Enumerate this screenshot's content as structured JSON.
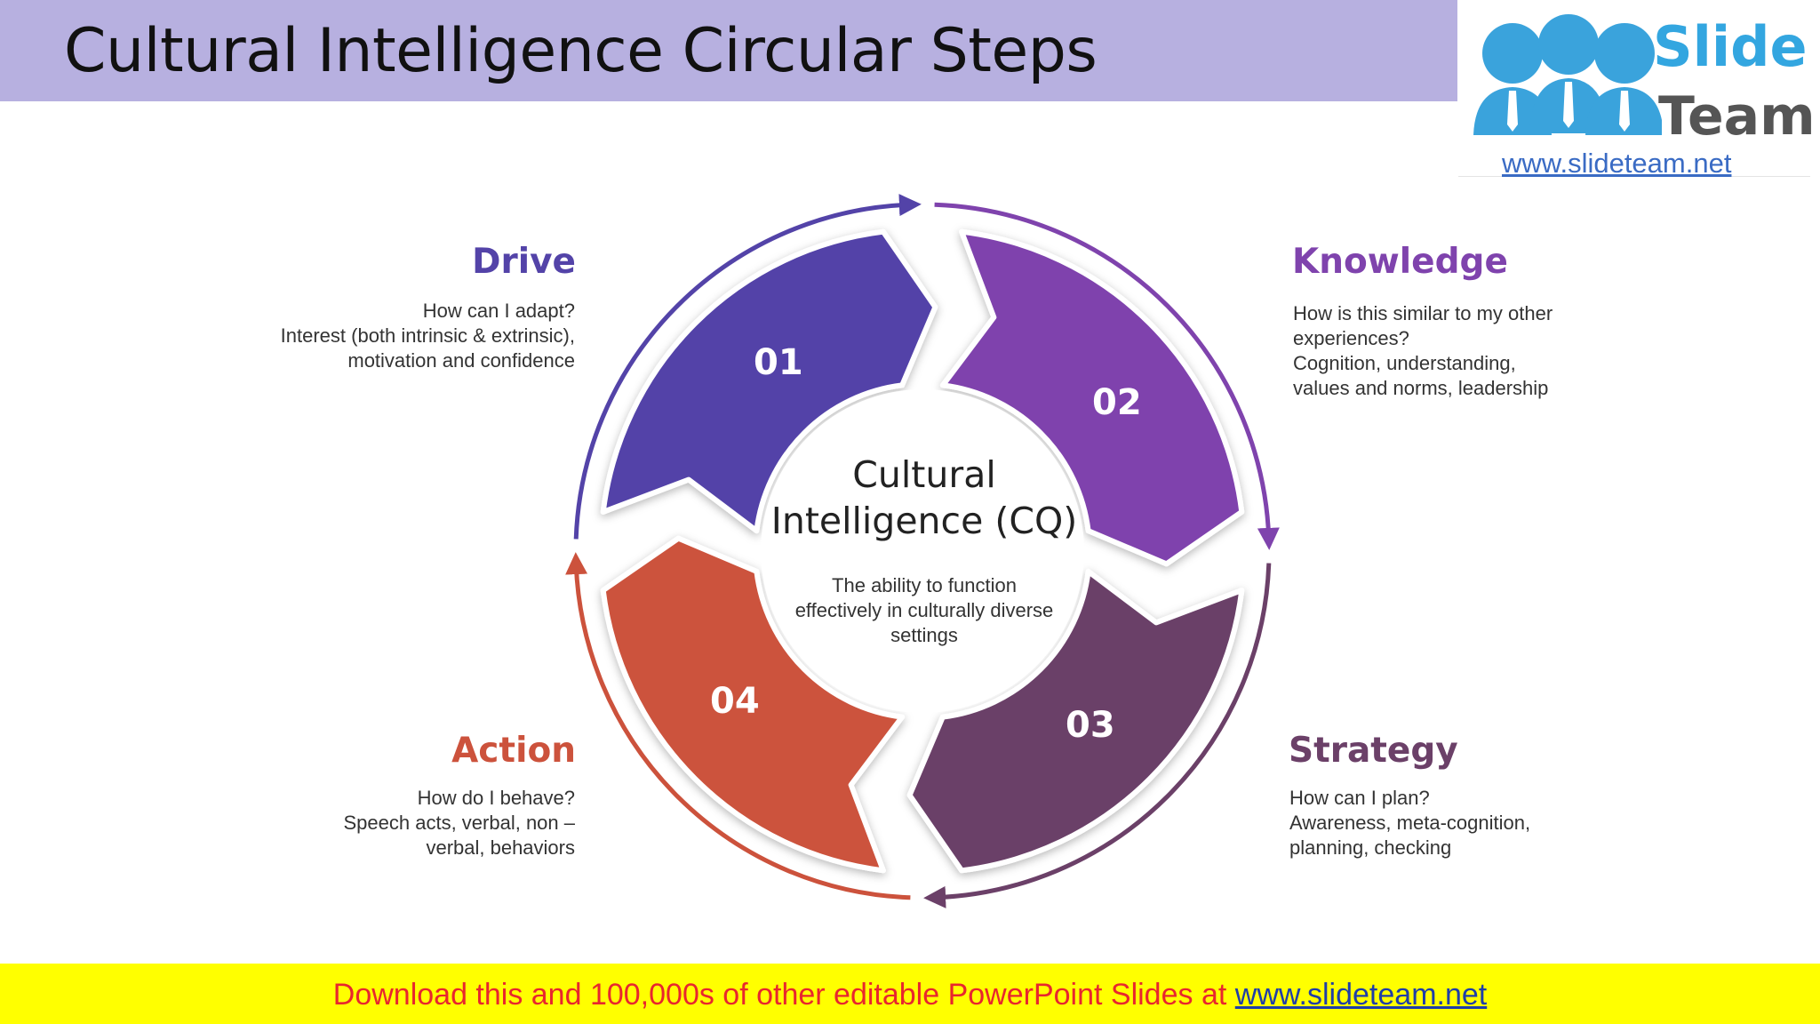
{
  "title": "Cultural Intelligence Circular Steps",
  "logo": {
    "word1": "Slide",
    "word2": "Team",
    "url": "www.slideteam.net"
  },
  "colors": {
    "title_bar": "#b7b0e0",
    "step1": "#5343a8",
    "step2": "#7f43ad",
    "step3": "#6b4068",
    "step4": "#cc523c",
    "footer_bg": "#ffff00",
    "footer_text": "#e8262e"
  },
  "center": {
    "title_line1": "Cultural",
    "title_line2": "Intelligence (CQ)",
    "desc_line1": "The ability to function",
    "desc_line2": "effectively in culturally diverse",
    "desc_line3": "settings"
  },
  "steps": [
    {
      "number": "01",
      "heading": "Drive",
      "lines": [
        "How can I adapt?",
        "Interest (both intrinsic & extrinsic),",
        "motivation and confidence"
      ]
    },
    {
      "number": "02",
      "heading": "Knowledge",
      "lines": [
        "How is this similar to my other",
        "experiences?",
        "Cognition, understanding,",
        "values and norms, leadership"
      ]
    },
    {
      "number": "03",
      "heading": "Strategy",
      "lines": [
        "How can I plan?",
        "Awareness, meta-cognition,",
        "planning, checking"
      ]
    },
    {
      "number": "04",
      "heading": "Action",
      "lines": [
        "How do I behave?",
        "Speech acts, verbal, non –",
        "verbal, behaviors"
      ]
    }
  ],
  "footer": {
    "text": "Download this and 100,000s of other editable PowerPoint Slides at ",
    "link": "www.slideteam.net"
  }
}
